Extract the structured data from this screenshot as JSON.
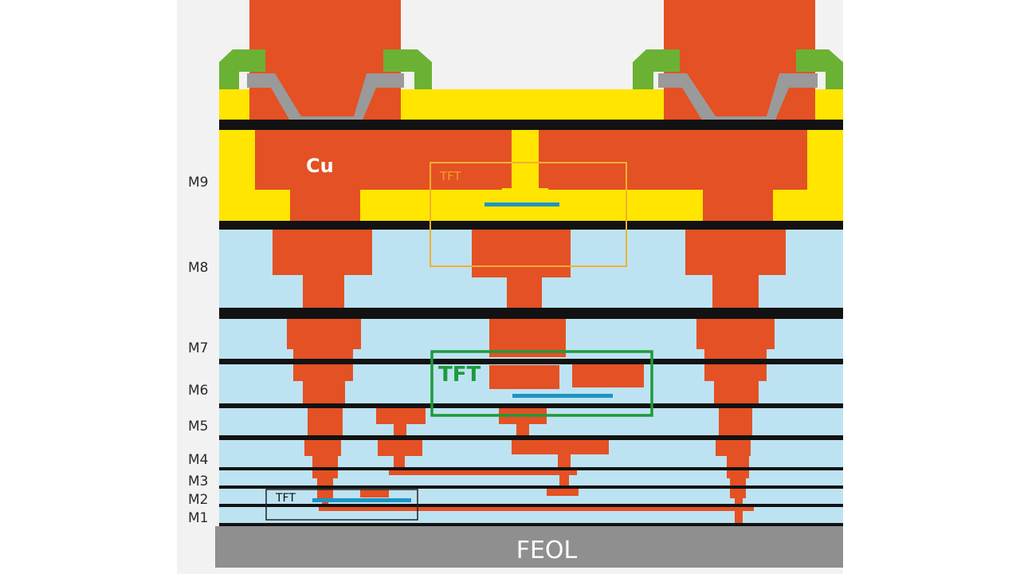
{
  "labels": {
    "m9": "M9",
    "m8": "M8",
    "m7": "M7",
    "m6": "M6",
    "m5": "M5",
    "m4": "M4",
    "m3": "M3",
    "m2": "M2",
    "m1": "M1",
    "cu": "Cu",
    "feol": "FEOL",
    "tft_top": "TFT",
    "tft_mid": "TFT",
    "tft_bottom": "TFT"
  },
  "colors": {
    "copper": "#e45124",
    "dielectric": "#bde3f2",
    "yellow_layer": "#ffe500",
    "barrier": "#121212",
    "passivation": "#6bb234",
    "liner": "#9a9a9a",
    "feol": "#8f8f8f",
    "tft_channel": "#1e94c4",
    "tft_box_orange": "#f0b030",
    "tft_box_green": "#1e9a3c",
    "tft_box_black": "#222222"
  }
}
